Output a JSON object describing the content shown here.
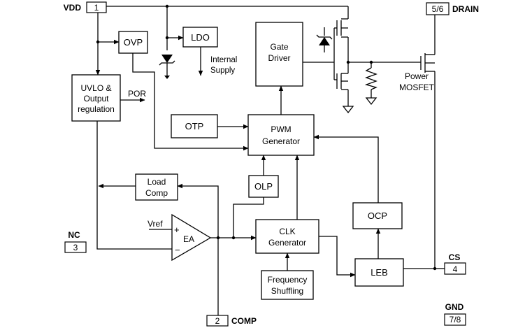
{
  "pins": {
    "vdd": {
      "label": "VDD",
      "number": "1"
    },
    "drain": {
      "label": "DRAIN",
      "number": "5/6"
    },
    "nc": {
      "label": "NC",
      "number": "3"
    },
    "comp": {
      "label": "COMP",
      "number": "2"
    },
    "cs": {
      "label": "CS",
      "number": "4"
    },
    "gnd": {
      "label": "GND",
      "number": "7/8"
    }
  },
  "blocks": {
    "ovp": "OVP",
    "ldo": "LDO",
    "uvlo": [
      "UVLO &",
      "Output",
      "regulation"
    ],
    "gate_driver": [
      "Gate",
      "Driver"
    ],
    "otp": "OTP",
    "pwm": [
      "PWM",
      "Generator"
    ],
    "load_comp": [
      "Load",
      "Comp"
    ],
    "olp": "OLP",
    "ocp": "OCP",
    "clk": [
      "CLK",
      "Generator"
    ],
    "freq": [
      "Frequency",
      "Shuffling"
    ],
    "leb": "LEB",
    "ea": "EA"
  },
  "labels": {
    "internal_supply": [
      "Internal",
      "Supply"
    ],
    "por": "POR",
    "power_mosfet": [
      "Power",
      "MOSFET"
    ],
    "vref": "Vref",
    "plus": "+",
    "minus": "−"
  }
}
